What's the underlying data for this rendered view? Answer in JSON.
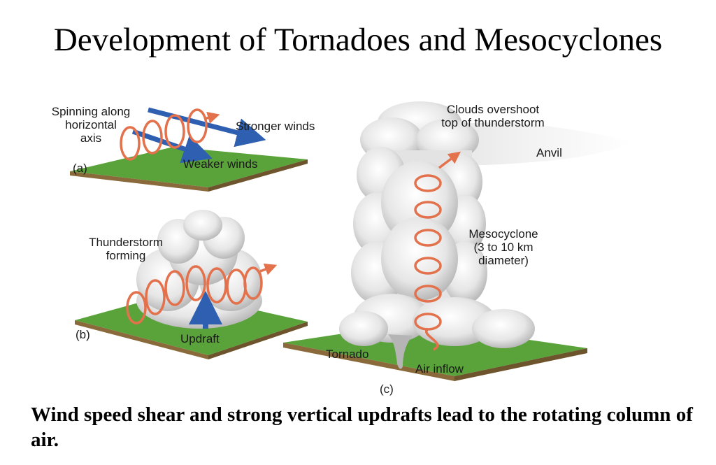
{
  "title": "Development of Tornadoes and Mesocyclones",
  "caption": "Wind speed shear and strong vertical updrafts lead to the rotating column of air.",
  "colors": {
    "ground": "#5aa33a",
    "ground_dark": "#3f7a28",
    "soil": "#8a6a3a",
    "spiral": "#e2714c",
    "arrow": "#2f5fb0",
    "cloud": "#e9e9e9"
  },
  "panel_a": {
    "label": "(a)",
    "spin_label": [
      "Spinning along",
      "horizontal",
      "axis"
    ],
    "stronger": "Stronger winds",
    "weaker": "Weaker winds"
  },
  "panel_b": {
    "label": "(b)",
    "thunder_label": [
      "Thunderstorm",
      "forming"
    ],
    "updraft": "Updraft"
  },
  "panel_c": {
    "label": "(c)",
    "overshoot": [
      "Clouds overshoot",
      "top of thunderstorm"
    ],
    "anvil": "Anvil",
    "meso": [
      "Mesocyclone",
      "(3 to 10 km",
      "diameter)"
    ],
    "tornado": "Tornado",
    "inflow": "Air inflow"
  }
}
